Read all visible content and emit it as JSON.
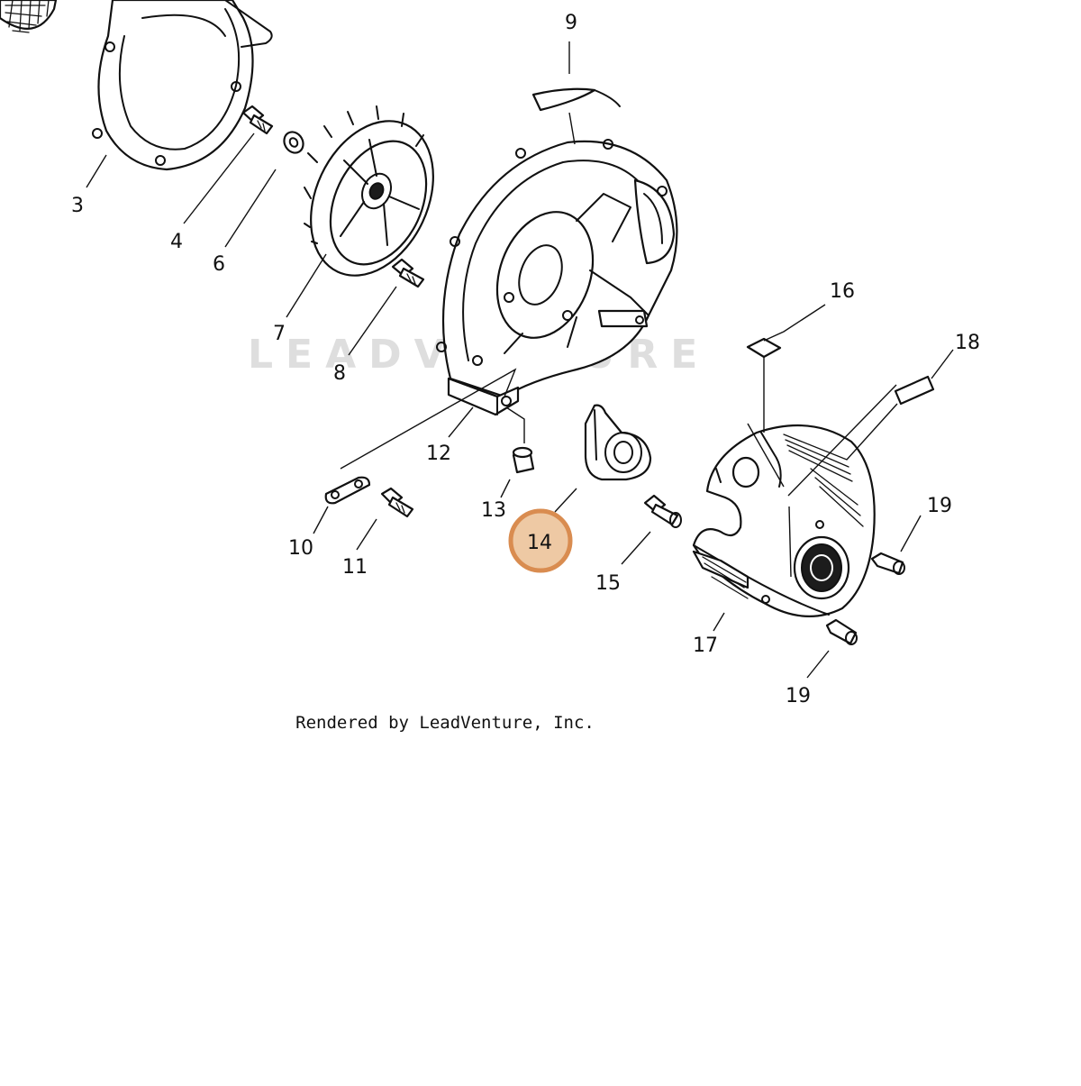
{
  "watermark": "LEADVENTURE",
  "credit": "Rendered by LeadVenture, Inc.",
  "highlight_color": "#d98c50",
  "highlight_fill": "#eec9a4",
  "callouts": [
    {
      "id": "c3",
      "label": "3"
    },
    {
      "id": "c4",
      "label": "4"
    },
    {
      "id": "c6",
      "label": "6"
    },
    {
      "id": "c7",
      "label": "7"
    },
    {
      "id": "c8",
      "label": "8"
    },
    {
      "id": "c9",
      "label": "9"
    },
    {
      "id": "c10",
      "label": "10"
    },
    {
      "id": "c11",
      "label": "11"
    },
    {
      "id": "c12",
      "label": "12"
    },
    {
      "id": "c13",
      "label": "13"
    },
    {
      "id": "c14",
      "label": "14",
      "highlighted": true
    },
    {
      "id": "c15",
      "label": "15"
    },
    {
      "id": "c16",
      "label": "16"
    },
    {
      "id": "c17",
      "label": "17"
    },
    {
      "id": "c18",
      "label": "18"
    },
    {
      "id": "c19a",
      "label": "19"
    },
    {
      "id": "c19b",
      "label": "19"
    }
  ]
}
